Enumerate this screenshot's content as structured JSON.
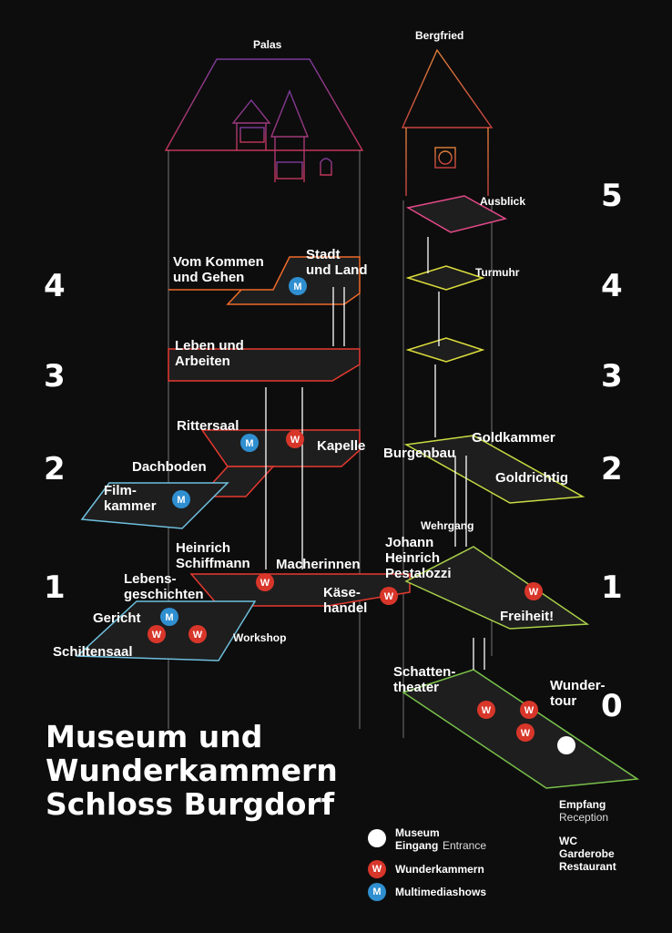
{
  "buildings": {
    "palas": "Palas",
    "bergfried": "Bergfried"
  },
  "levels_left": [
    "4",
    "3",
    "2",
    "1"
  ],
  "levels_right": [
    "5",
    "4",
    "3",
    "2",
    "1",
    "0"
  ],
  "rooms": {
    "ausblick": "Ausblick",
    "turmuhr": "Turmuhr",
    "vom_kommen": "Vom Kommen\nund Gehen",
    "stadt_land": "Stadt\nund Land",
    "leben_arbeiten": "Leben und\nArbeiten",
    "rittersaal": "Rittersaal",
    "kapelle": "Kapelle",
    "dachboden": "Dachboden",
    "filmkammer": "Film-\nkammer",
    "burgenbau": "Burgenbau",
    "goldkammer": "Goldkammer",
    "goldrichtig": "Goldrichtig",
    "wehrgang": "Wehrgang",
    "heinrich_schiffmann": "Heinrich\nSchiffmann",
    "macherinnen": "Macherinnen",
    "pestalozzi": "Johann\nHeinrich\nPestalozzi",
    "lebensgeschichten": "Lebens-\ngeschichten",
    "kaesehandel": "Käse-\nhandel",
    "freiheit": "Freiheit!",
    "gericht": "Gericht",
    "workshop": "Workshop",
    "schiltensaal": "Schiltensaal",
    "schattentheater": "Schatten-\ntheater",
    "wundertour": "Wunder-\ntour"
  },
  "title": "Museum und\nWunderkammern\nSchloss Burgdorf",
  "legend": {
    "entrance_bold": "Museum\nEingang",
    "entrance_light": "Entrance",
    "wunderkammern": "Wunderkammern",
    "multimedia": "Multimediashows",
    "w_marker": "W",
    "m_marker": "M"
  },
  "info": {
    "empfang": "Empfang",
    "reception": "Reception",
    "facilities": "WC\nGarderobe\nRestaurant"
  },
  "colors": {
    "background": "#0d0d0d",
    "wunderkammer_red": "#d8362a",
    "multimedia_blue": "#2f8fd0",
    "entrance_white": "#ffffff",
    "palas_roof": "#9a3a9e",
    "level_red": "#e53a30",
    "level_orange": "#ef6a2a",
    "level_blue": "#6fc0de",
    "tower_yellow": "#dede3c",
    "tower_green": "#79c24a"
  }
}
